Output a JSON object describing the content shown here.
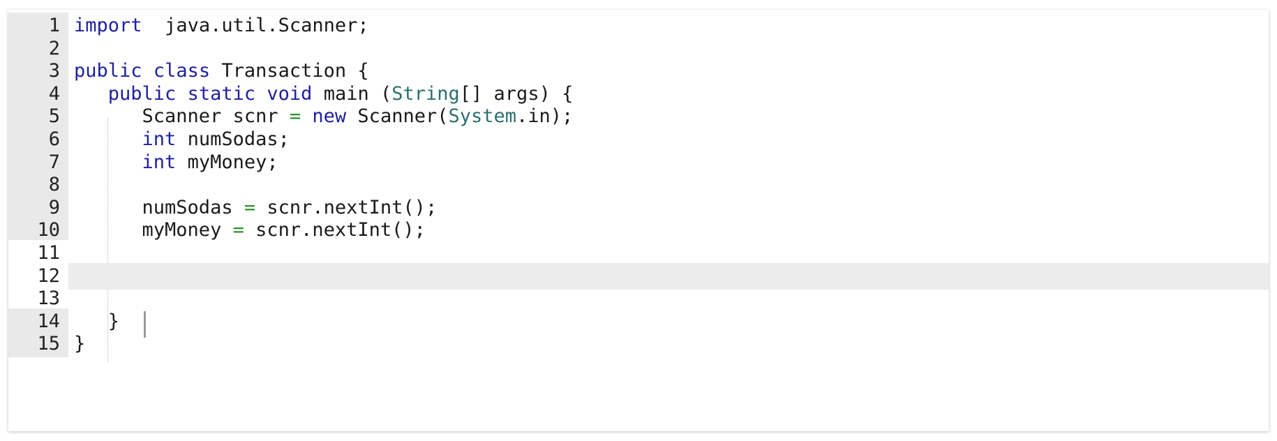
{
  "lines": [
    {
      "n": "1",
      "tokens": [
        [
          "kw",
          "import"
        ],
        [
          "",
          "  java.util.Scanner;"
        ]
      ]
    },
    {
      "n": "2",
      "tokens": []
    },
    {
      "n": "3",
      "tokens": [
        [
          "kw",
          "public"
        ],
        [
          "",
          " "
        ],
        [
          "kw",
          "class"
        ],
        [
          "",
          " Transaction {"
        ]
      ]
    },
    {
      "n": "4",
      "tokens": [
        [
          "",
          "   "
        ],
        [
          "kw",
          "public"
        ],
        [
          "",
          " "
        ],
        [
          "kw",
          "static"
        ],
        [
          "",
          " "
        ],
        [
          "kw",
          "void"
        ],
        [
          "",
          " main ("
        ],
        [
          "ty",
          "String"
        ],
        [
          "",
          "[] args) {"
        ]
      ]
    },
    {
      "n": "5",
      "tokens": [
        [
          "",
          "      Scanner scnr "
        ],
        [
          "op",
          "="
        ],
        [
          "",
          " "
        ],
        [
          "kw",
          "new"
        ],
        [
          "",
          " Scanner("
        ],
        [
          "ty",
          "System"
        ],
        [
          "",
          ".in);"
        ]
      ]
    },
    {
      "n": "6",
      "tokens": [
        [
          "",
          "      "
        ],
        [
          "kw",
          "int"
        ],
        [
          "",
          " numSodas;"
        ]
      ]
    },
    {
      "n": "7",
      "tokens": [
        [
          "",
          "      "
        ],
        [
          "kw",
          "int"
        ],
        [
          "",
          " myMoney;"
        ]
      ]
    },
    {
      "n": "8",
      "tokens": []
    },
    {
      "n": "9",
      "tokens": [
        [
          "",
          "      numSodas "
        ],
        [
          "op",
          "="
        ],
        [
          "",
          " scnr.nextInt();"
        ]
      ]
    },
    {
      "n": "10",
      "tokens": [
        [
          "",
          "      myMoney "
        ],
        [
          "op",
          "="
        ],
        [
          "",
          " scnr.nextInt();"
        ]
      ]
    },
    {
      "n": "11",
      "tokens": []
    },
    {
      "n": "12",
      "tokens": []
    },
    {
      "n": "13",
      "tokens": []
    },
    {
      "n": "14",
      "tokens": [
        [
          "",
          "   }"
        ]
      ]
    },
    {
      "n": "15",
      "tokens": [
        [
          "",
          "}"
        ]
      ]
    }
  ],
  "plain_gutter_lines": [
    "11",
    "12",
    "13"
  ],
  "active_line": "12",
  "colors": {
    "keyword": "#1f1fa0",
    "type": "#2b6f6f",
    "operator": "#2f8f2f",
    "gutter_bg": "#e9e9e9",
    "active_line_bg": "#ececec"
  }
}
